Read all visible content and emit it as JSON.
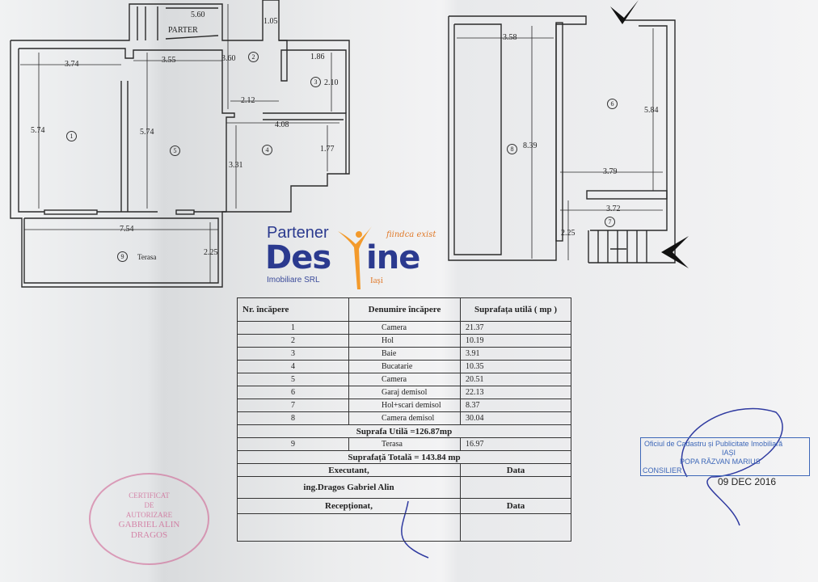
{
  "ground_floor": {
    "title": "PARTER",
    "dimensions": [
      "5.60",
      "1.05",
      "3.74",
      "3.55",
      "3.60",
      "1.86",
      "2.10",
      "2.12",
      "4.08",
      "5.74",
      "5.74",
      "1.77",
      "3.31",
      "7.54",
      "2.25"
    ],
    "room_numbers": [
      "1",
      "2",
      "3",
      "4",
      "5",
      "9"
    ],
    "terrace_label": "Terasa"
  },
  "basement": {
    "dimensions": [
      "3.58",
      "5.84",
      "8.39",
      "3.79",
      "3.72",
      "2.25"
    ],
    "room_numbers": [
      "6",
      "7",
      "8"
    ]
  },
  "logo": {
    "line1": "Partener",
    "brand_a": "Des",
    "brand_b": "ine",
    "tagline": "fiindca exist",
    "city": "Iași",
    "company": "Imobiliare SRL",
    "colors": {
      "blue": "#2b3a8f",
      "orange": "#f39a2b"
    }
  },
  "table": {
    "headers": [
      "Nr. încăpere",
      "Denumire încăpere",
      "Suprafața utilă ( mp )"
    ],
    "rows": [
      {
        "nr": "1",
        "name": "Camera",
        "area": "21.37"
      },
      {
        "nr": "2",
        "name": "Hol",
        "area": "10.19"
      },
      {
        "nr": "3",
        "name": "Baie",
        "area": "3.91"
      },
      {
        "nr": "4",
        "name": "Bucatarie",
        "area": "10.35"
      },
      {
        "nr": "5",
        "name": "Camera",
        "area": "20.51"
      },
      {
        "nr": "6",
        "name": "Garaj demisol",
        "area": "22.13"
      },
      {
        "nr": "7",
        "name": "Hol+scari demisol",
        "area": "8.37"
      },
      {
        "nr": "8",
        "name": "Camera demisol",
        "area": "30.04"
      }
    ],
    "useful_total": "Suprafa Utilă =126.87mp",
    "terrace_row": {
      "nr": "9",
      "name": "Terasa",
      "area": "16.97"
    },
    "grand_total": "Suprafață Totală = 143.84 mp",
    "executant_label": "Executant,",
    "executant_name": "ing.Dragos Gabriel Alin",
    "data_label_1": "Data",
    "received_label": "Recepționat,",
    "data_label_2": "Data"
  },
  "red_stamp": {
    "lines": [
      "CERTIFICAT",
      "DE",
      "AUTORIZARE",
      "GABRIEL ALIN",
      "DRAGOS"
    ]
  },
  "blue_stamp": {
    "line1": "Oficiul de Cadastru și Publicitate Imobiliară",
    "line2": "IAȘI",
    "line3": "POPA RĂZVAN MARIUS",
    "line4": "CONSILIER"
  },
  "date_stamp": "09 DEC 2016"
}
